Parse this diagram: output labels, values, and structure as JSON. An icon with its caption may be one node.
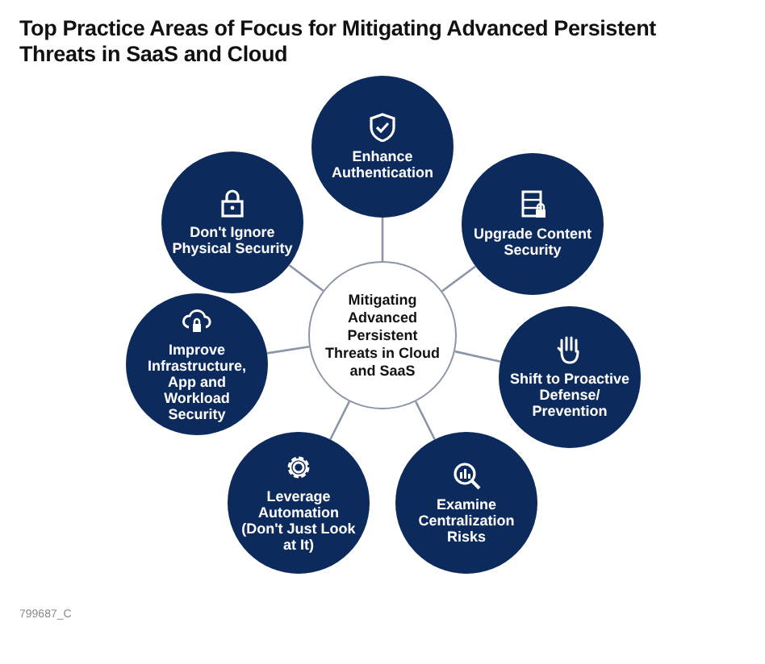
{
  "diagram": {
    "title": "Top Practice Areas of Focus for Mitigating Advanced Persistent Threats in SaaS and Cloud",
    "nodes": [
      {
        "text": [
          "Mitigating Advanced Persistent Threats in Cloud and SaaS"
        ]
      },
      {
        "text": [
          "Enhance Authentication"
        ]
      },
      {
        "text": [
          "Upgrade Content Security"
        ]
      },
      {
        "text": [
          "Shift to Proactive Defense/ Prevention"
        ]
      },
      {
        "text": [
          "Examine Centralization Risks"
        ]
      },
      {
        "text": [
          "Leverage Automation (Don't Just Look at It)"
        ]
      },
      {
        "text": [
          "Improve Infrastructure, App and Workload Security"
        ]
      },
      {
        "text": [
          "Don't Ignore Physical Security"
        ]
      }
    ],
    "edges": [
      {
        "from": 0,
        "to": 1,
        "arrow": "none"
      },
      {
        "from": 0,
        "to": 2,
        "arrow": "none"
      },
      {
        "from": 0,
        "to": 3,
        "arrow": "none"
      },
      {
        "from": 0,
        "to": 4,
        "arrow": "none"
      },
      {
        "from": 0,
        "to": 5,
        "arrow": "none"
      },
      {
        "from": 0,
        "to": 6,
        "arrow": "none"
      },
      {
        "from": 0,
        "to": 7,
        "arrow": "none"
      }
    ],
    "labels": [
      "799687_C"
    ]
  }
}
